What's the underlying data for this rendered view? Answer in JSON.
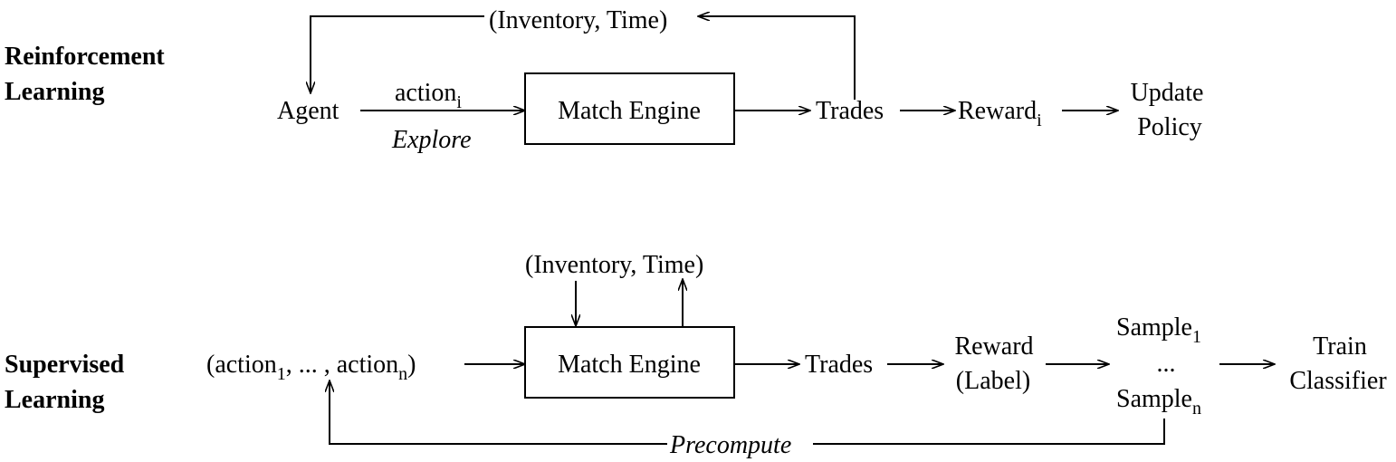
{
  "rl": {
    "heading_line1": "Reinforcement",
    "heading_line2": "Learning",
    "agent": "Agent",
    "action_base": "action",
    "action_sub": "i",
    "explore": "Explore",
    "engine": "Match Engine",
    "trades": "Trades",
    "reward_base": "Reward",
    "reward_sub": "i",
    "update_line1": "Update",
    "update_line2": "Policy",
    "state": "(Inventory, Time)"
  },
  "sl": {
    "heading_line1": "Supervised",
    "heading_line2": "Learning",
    "actions_open": "(action",
    "actions_sub1": "1",
    "actions_mid": ", ... , action",
    "actions_subn": "n",
    "actions_close": ")",
    "state": "(Inventory, Time)",
    "engine": "Match Engine",
    "trades": "Trades",
    "reward_line1": "Reward",
    "reward_line2": "(Label)",
    "sample_base": "Sample",
    "sample_sub1": "1",
    "sample_dots": "...",
    "sample_subn": "n",
    "train_line1": "Train",
    "train_line2": "Classifier",
    "precompute": "Precompute"
  }
}
